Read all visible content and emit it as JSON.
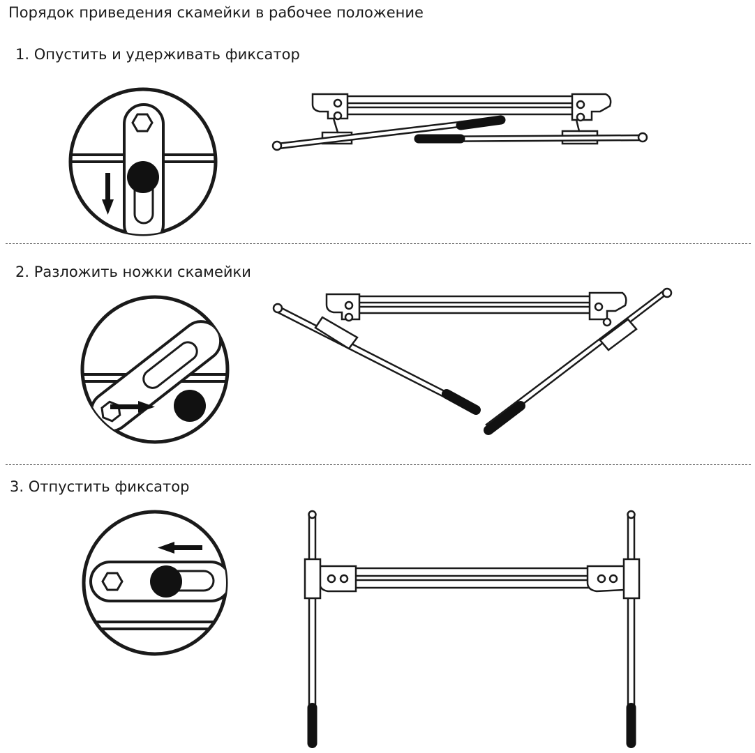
{
  "title": "Порядок приведения скамейки в рабочее положение",
  "steps": [
    {
      "label": "1. Опустить и удерживать фиксатор"
    },
    {
      "label": "2. Разложить ножки скамейки"
    },
    {
      "label": "3. Отпустить фиксатор"
    }
  ],
  "colors": {
    "ink": "#1a1a1a",
    "paper": "#ffffff",
    "grip": "#222222",
    "divider": "#555555"
  },
  "icons": [
    "hex-bolt-icon",
    "arrow-down-icon",
    "arrow-right-icon",
    "arrow-left-icon"
  ]
}
